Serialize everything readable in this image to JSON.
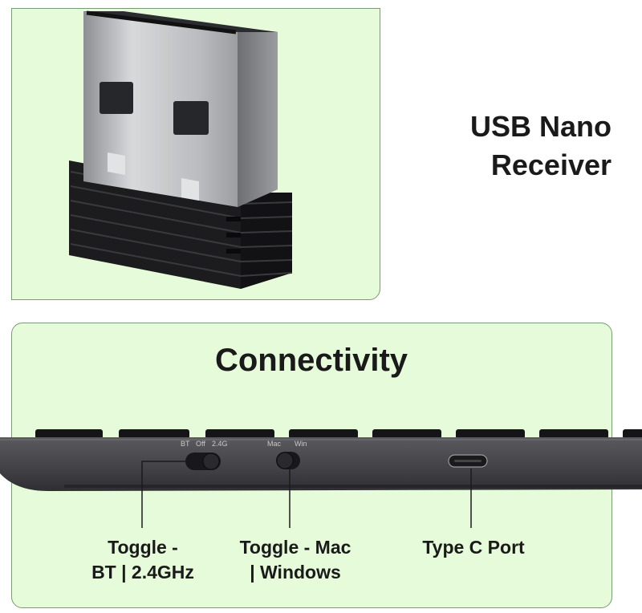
{
  "receiver": {
    "title_line1": "USB Nano",
    "title_line2": "Receiver"
  },
  "section": {
    "title": "Connectivity"
  },
  "keyboard_labels": {
    "switch1_bt": "BT",
    "switch1_off": "Off",
    "switch1_24g": "2.4G",
    "switch2_mac": "Mac",
    "switch2_win": "Win"
  },
  "callouts": {
    "bt_toggle": {
      "line1": "Toggle -",
      "line2": "BT | 2.4GHz"
    },
    "os_toggle": {
      "line1": "Toggle - Mac",
      "line2": "| Windows"
    },
    "port": {
      "line1": "Type C Port"
    }
  },
  "colors": {
    "panel": "#e6fbd9",
    "panel_border": "#7a9a74",
    "keyboard": "#4b4b4e",
    "text": "#1a1a1a"
  }
}
